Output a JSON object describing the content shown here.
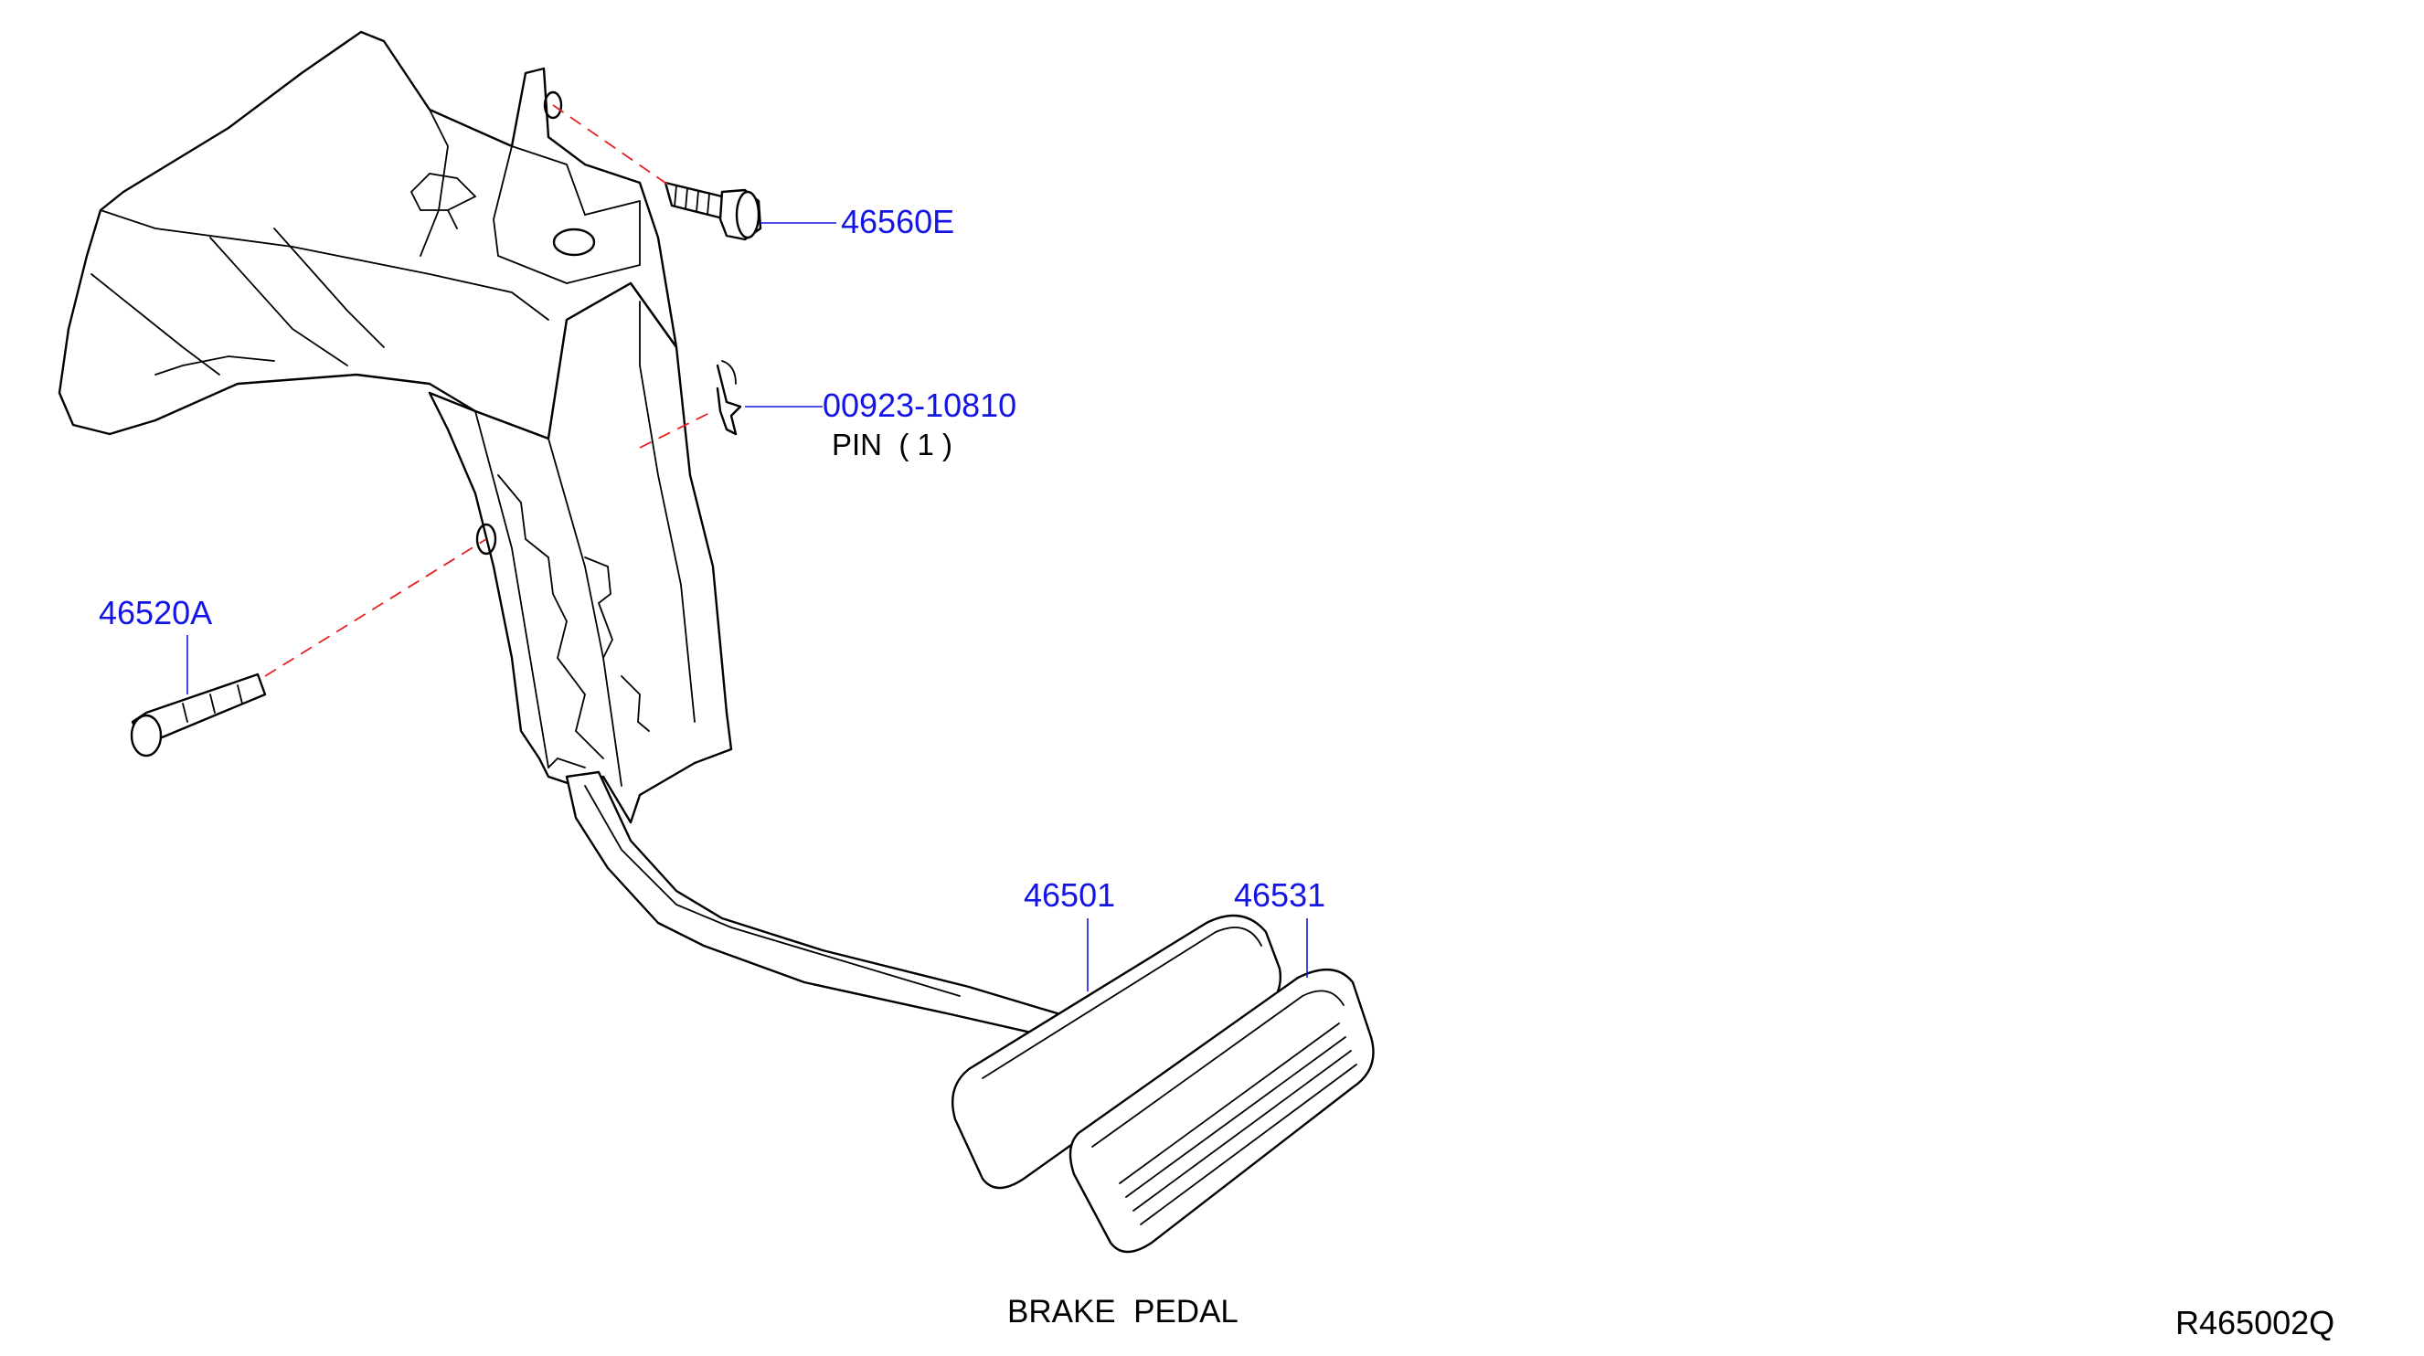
{
  "parts": [
    {
      "id": "46560E"
    },
    {
      "id": "00923-10810",
      "sub_label": "PIN  ( 1 )"
    },
    {
      "id": "46520A"
    },
    {
      "id": "46501"
    },
    {
      "id": "46531"
    }
  ],
  "caption": "BRAKE  PEDAL",
  "reference_code": "R465002Q",
  "colors": {
    "label": "#1414e6",
    "centerline": "#e62020",
    "outline": "#000000"
  }
}
